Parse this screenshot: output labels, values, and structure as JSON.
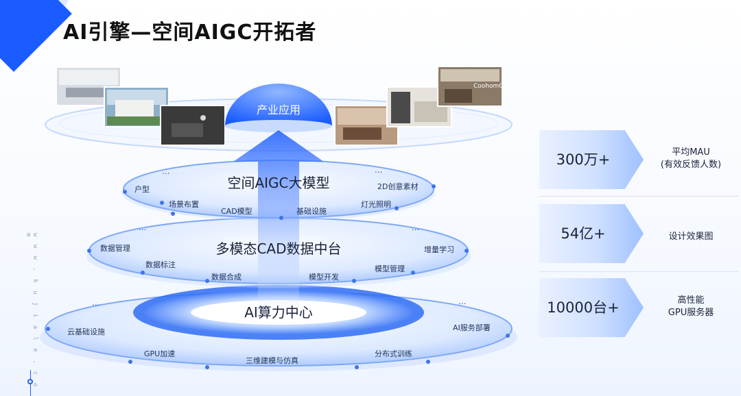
{
  "title": "AI引擎—空间AIGC开拓者",
  "side_url": "w w w . k u j i a l e . c o m",
  "top_layer": {
    "label": "产业应用",
    "images": [
      {
        "name": "office-render-photo",
        "icon": "photo-icon"
      },
      {
        "name": "villa-render-photo",
        "icon": "photo-icon"
      },
      {
        "name": "dark-room-render-photo",
        "icon": "photo-icon"
      },
      {
        "name": "living-room-render-photo",
        "icon": "photo-icon"
      },
      {
        "name": "kitchen-render-photo",
        "icon": "photo-icon"
      },
      {
        "name": "coohom-cloud-render-photo",
        "icon": "photo-icon",
        "watermark": "CoohomCloud"
      }
    ]
  },
  "layer1": {
    "title": "空间AIGC大模型",
    "items": [
      "户型",
      "场景布置",
      "CAD模型",
      "基础设施",
      "灯光照明",
      "2D创意素材"
    ],
    "ellipsis": "..."
  },
  "layer2": {
    "title": "多模态CAD数据中台",
    "items": [
      "数据管理",
      "数据标注",
      "数据合成",
      "模型开发",
      "模型管理",
      "增量学习"
    ],
    "ellipsis": "..."
  },
  "layer3": {
    "title": "AI算力中心",
    "items": [
      "云基础设施",
      "GPU加速",
      "三维建模与仿真",
      "分布式训练",
      "AI服务部署"
    ],
    "ellipsis": "..."
  },
  "stats": [
    {
      "value": "300万+",
      "desc_line1": "平均MAU",
      "desc_line2": "(有效反馈人数)"
    },
    {
      "value": "54亿+",
      "desc_line1": "设计效果图",
      "desc_line2": ""
    },
    {
      "value": "10000台+",
      "desc_line1": "高性能",
      "desc_line2": "GPU服务器"
    }
  ],
  "colors": {
    "accent": "#1a5cff",
    "ring": "#5b8ef5",
    "light": "#d9e7ff"
  }
}
